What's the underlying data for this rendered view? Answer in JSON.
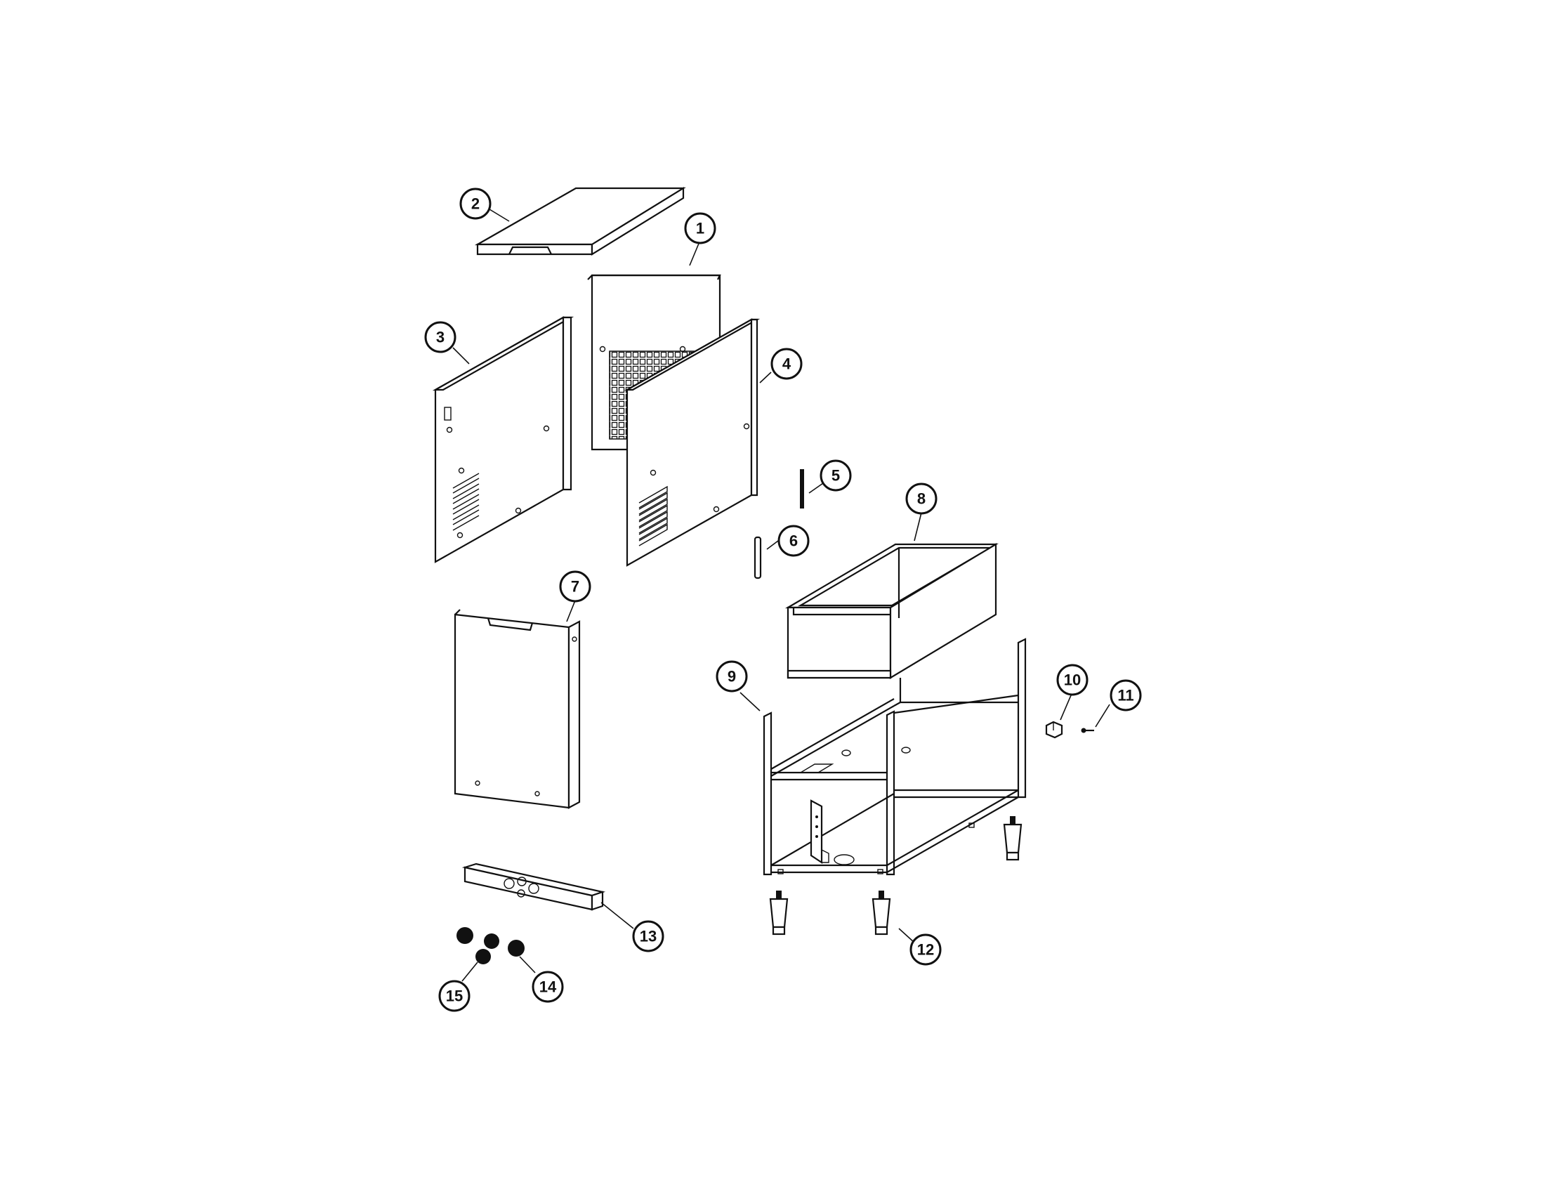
{
  "callouts": [
    "1",
    "2",
    "3",
    "4",
    "5",
    "6",
    "7",
    "8",
    "9",
    "10",
    "11",
    "12",
    "13",
    "14",
    "15"
  ],
  "colors": {
    "line": "#111111",
    "background": "#ffffff"
  }
}
